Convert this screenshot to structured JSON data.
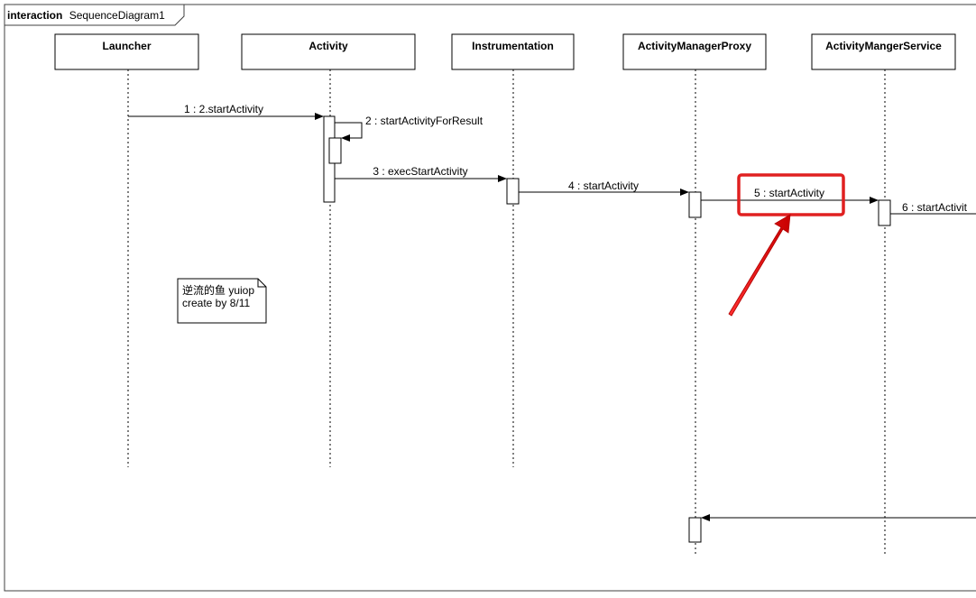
{
  "frame": {
    "keyword": "interaction",
    "name": "SequenceDiagram1"
  },
  "lifelines": [
    {
      "name": "Launcher"
    },
    {
      "name": "Activity"
    },
    {
      "name": "Instrumentation"
    },
    {
      "name": "ActivityManagerProxy"
    },
    {
      "name": "ActivityMangerService"
    }
  ],
  "messages": [
    {
      "label": "1 : 2.startActivity"
    },
    {
      "label": "2 : startActivityForResult"
    },
    {
      "label": "3 : execStartActivity"
    },
    {
      "label": "4 : startActivity"
    },
    {
      "label": "5 : startActivity"
    },
    {
      "label": "6 : startActivit"
    }
  ],
  "note": {
    "line1": "逆流的鱼 yuiop",
    "line2": "create by 8/11"
  },
  "highlight": {
    "color": "#e02020"
  }
}
